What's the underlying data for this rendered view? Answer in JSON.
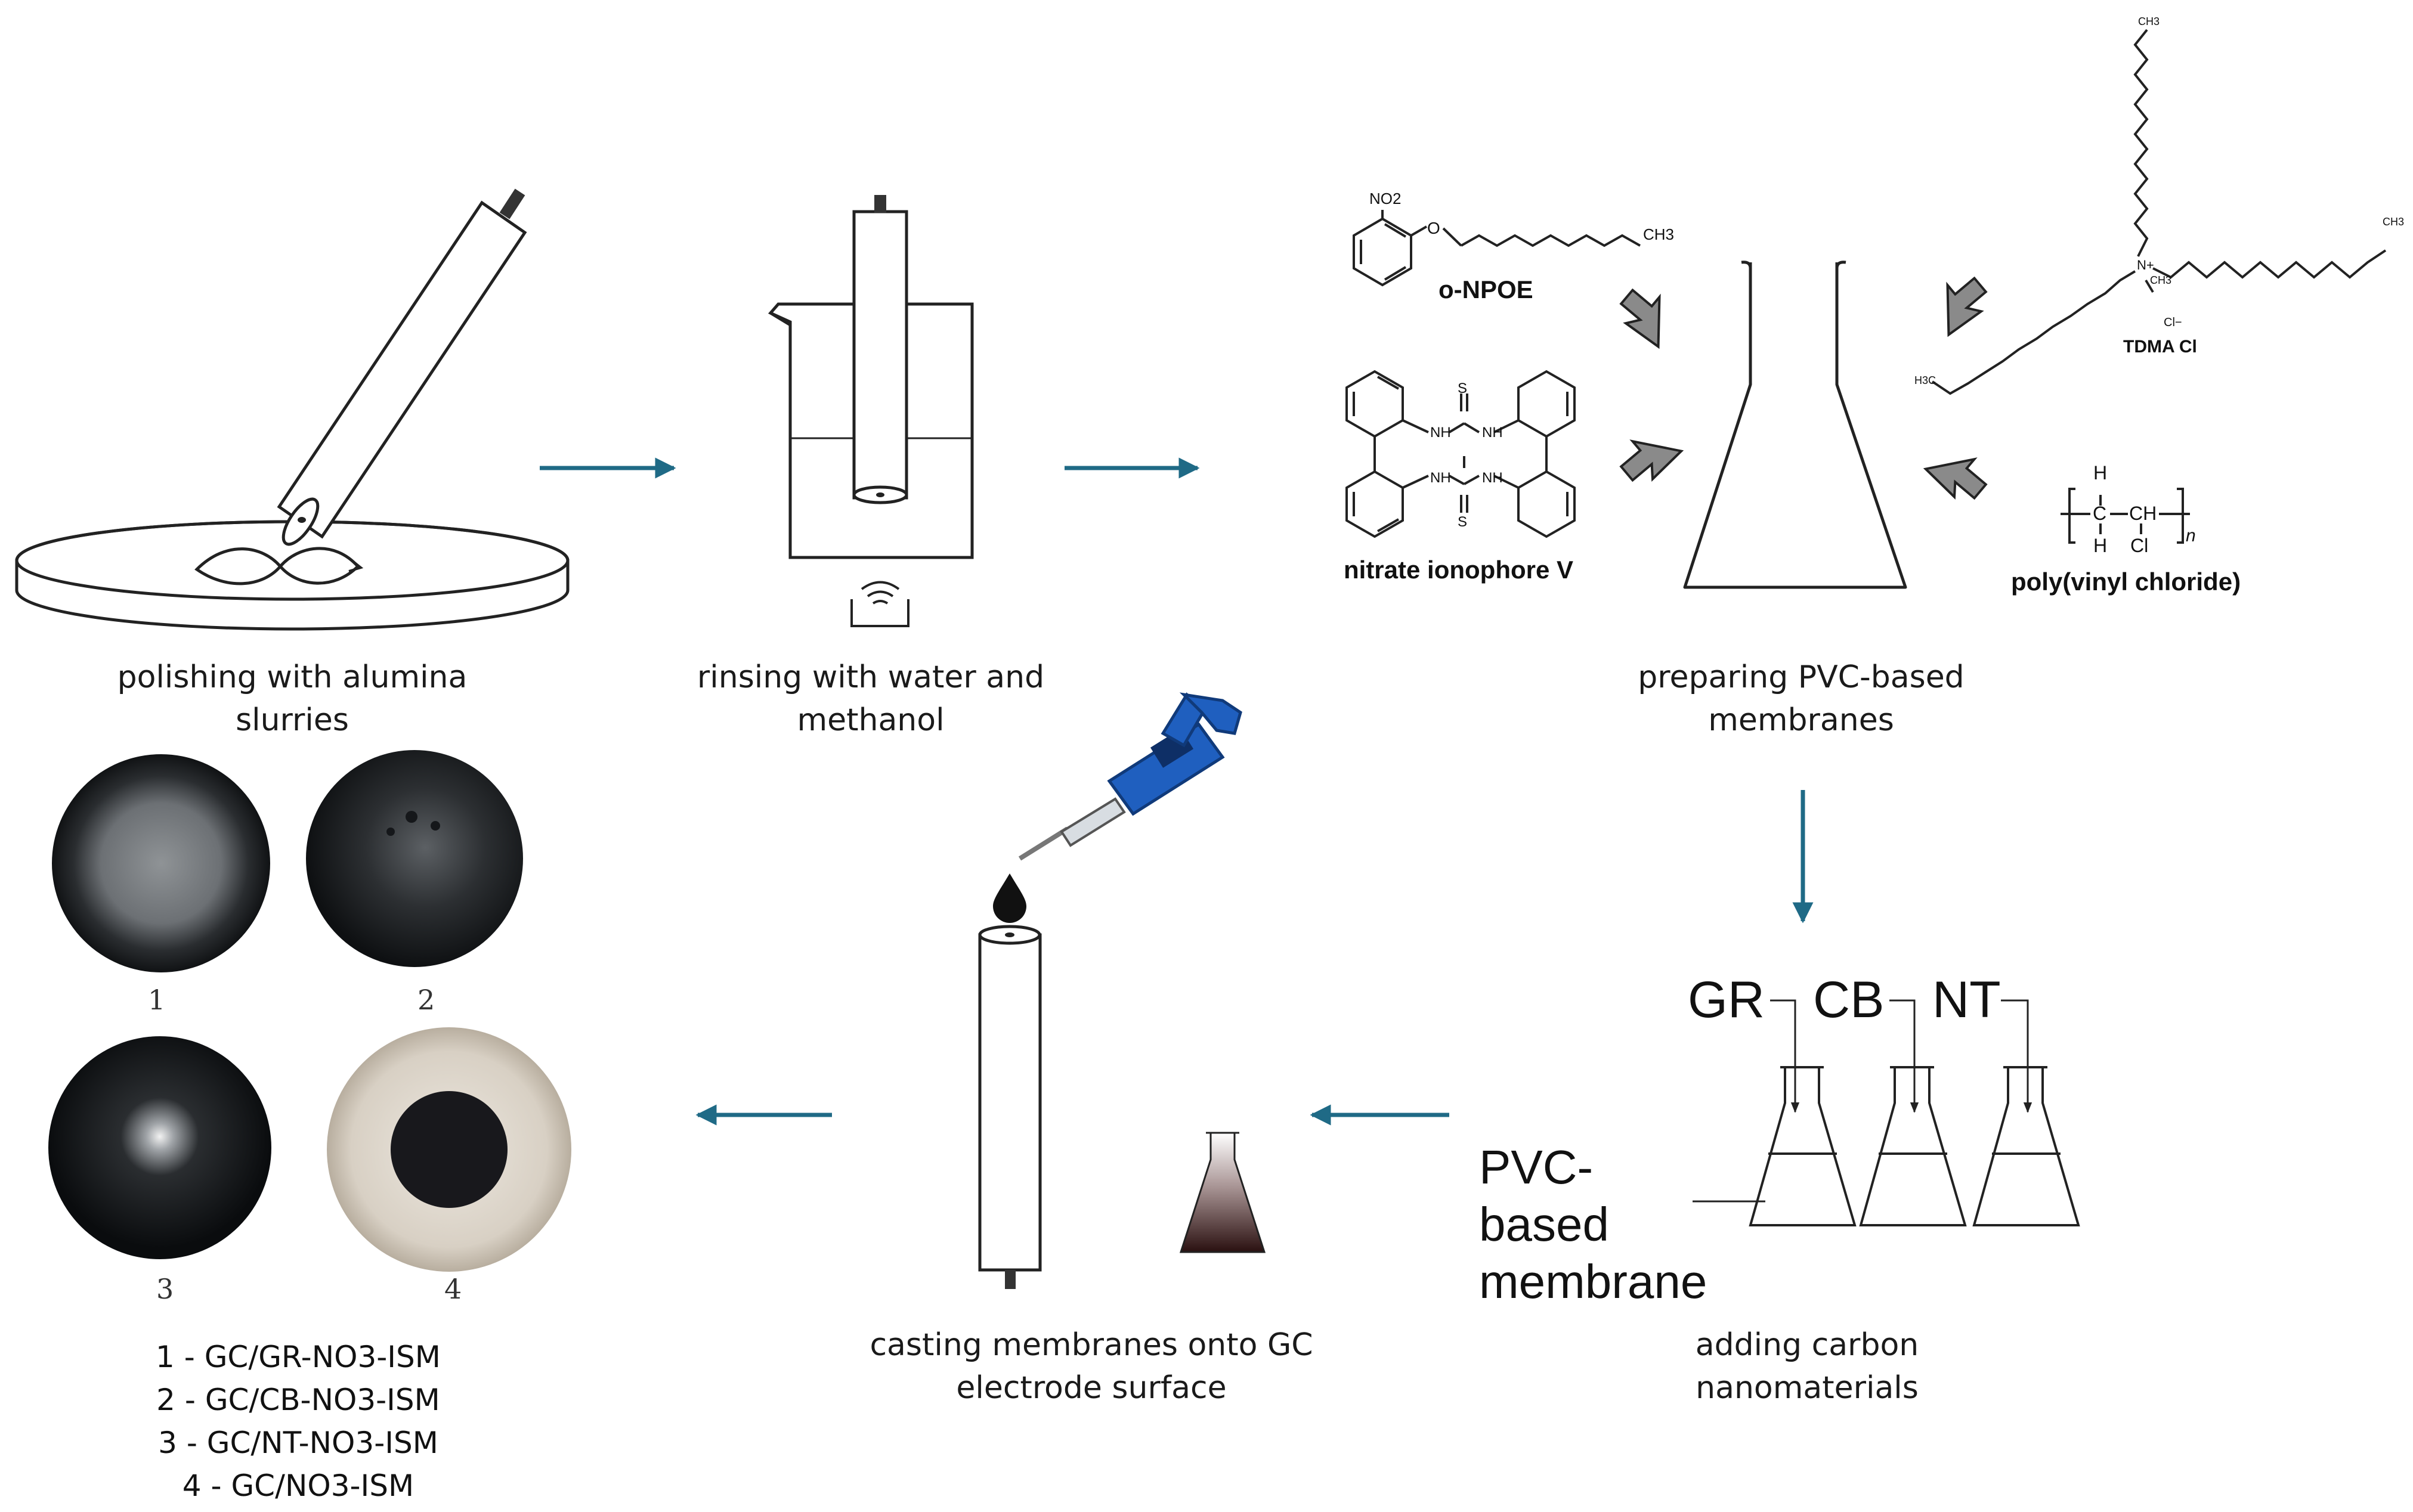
{
  "steps": {
    "polishing": "polishing with alumina slurries",
    "rinsing": "rinsing with water and methanol",
    "preparing": "preparing PVC-based membranes",
    "adding": "adding carbon nanomaterials",
    "casting": "casting membranes onto GC electrode surface"
  },
  "chemicals": {
    "onpoe": "o-NPOE",
    "nitrate_ionophore": "nitrate ionophore V",
    "tdma": "TDMA Cl",
    "pvc": "poly(vinyl chloride)"
  },
  "atoms": {
    "no2": "NO2",
    "ch3": "CH3",
    "h3c": "H3C",
    "o": "O",
    "s": "S",
    "nh": "NH",
    "n_plus": "N+",
    "cl_minus": "Cl−",
    "h": "H",
    "c": "C",
    "ch": "CH",
    "cl": "Cl",
    "n_index": "n"
  },
  "nanomaterials": [
    "GR",
    "CB",
    "NT"
  ],
  "membrane_label": "PVC-based membrane",
  "photo_numbers": [
    "1",
    "2",
    "3",
    "4"
  ],
  "results": [
    "1 - GC/GR-NO3-ISM",
    "2 - GC/CB-NO3-ISM",
    "3 - GC/NT-NO3-ISM",
    "4 - GC/NO3-ISM"
  ],
  "colors": {
    "flow_arrow": "#1f6a86",
    "chem_arrow": "#8a8a8a",
    "pipette": "#1f5fbf",
    "electrode_black": "#1b1b1b"
  }
}
